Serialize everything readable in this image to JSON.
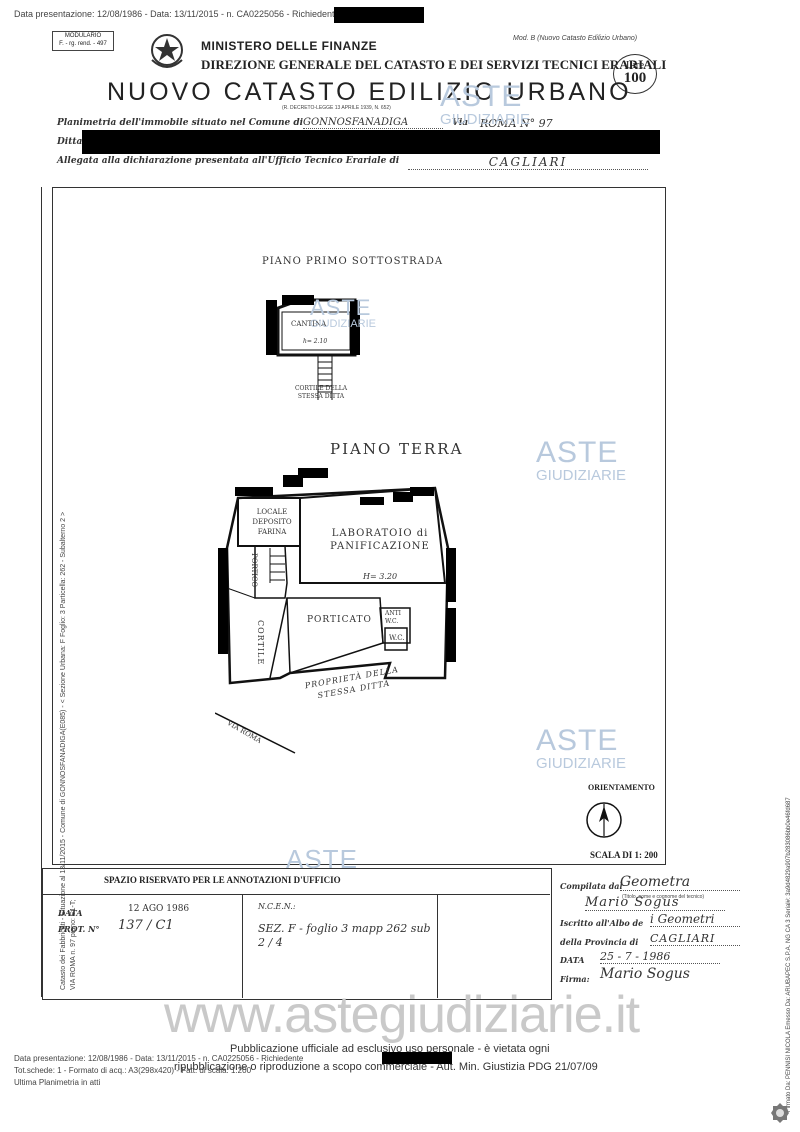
{
  "header": {
    "top_line": "Data presentazione: 12/08/1986 - Data: 13/11/2015 - n. CA0225056 - Richiedente",
    "modulario": "MODULARIO",
    "modulario_sub": "F. - rg. rend. - 497",
    "mod_b": "Mod. B (Nuovo Catasto Edilizio Urbano)",
    "ministry": "MINISTERO DELLE FINANZE",
    "direzione": "DIREZIONE GENERALE DEL CATASTO E DEI SERVIZI TECNICI ERARIALI",
    "title": "NUOVO CATASTO EDILIZIO URBANO",
    "decree": "(R. DECRETO-LEGGE 13 APRILE 1939, N. 652)",
    "stamp_lire": "Lire",
    "stamp_value": "100",
    "planimetria_label": "Planimetria dell'immobile situato nel Comune di",
    "comune": "GONNOSFANADIGA",
    "via_label": "Via",
    "via": "ROMA N° 97",
    "ditta_label": "Ditta",
    "allegata_label": "Allegata alla dichiarazione presentata all'Ufficio Tecnico Erariale di",
    "ufficio": "CAGLIARI"
  },
  "plan": {
    "floor1_title": "PIANO PRIMO SOTTOSTRADA",
    "cantina": "CANTINA",
    "cantina_h": "h= 2.10",
    "cortile_stessa": "CORTILE DELLA STESSA DITTA",
    "floor0_title": "PIANO TERRA",
    "locale": "LOCALE DEPOSITO FARINA",
    "laboratorio": "LABORATOIO di PANIFICAZIONE",
    "lab_h": "H= 3.20",
    "portico": "PORTICO",
    "porticato": "PORTICATO",
    "anti_wc": "ANTI W.C.",
    "wc": "W.C.",
    "cortile": "CORTILE",
    "proprieta": "PROPRIETÀ DELLA STESSA DITTA",
    "via_roma": "VIA ROMA",
    "orientamento": "ORIENTAMENTO",
    "scala": "SCALA DI 1: 200"
  },
  "office": {
    "heading": "SPAZIO RISERVATO PER LE ANNOTAZIONI D'UFFICIO",
    "data_label": "DATA",
    "data_value": "12 AGO 1986",
    "prot_label": "PROT. N°",
    "prot_value": "137 / C1",
    "ncen": "N.C.E.N.:",
    "sez": "SEZ. F - foglio 3 mapp 262 sub 2 / 4"
  },
  "compiler": {
    "compilata_label": "Compilata dal",
    "compilata_value": "Geometra",
    "name": "Mario Sogus",
    "name_note": "(Titolo, nome e cognome del tecnico)",
    "albo_label": "Iscritto all'Albo de",
    "albo_value": "i Geometri",
    "provincia_label": "della Provincia di",
    "provincia_value": "CAGLIARI",
    "data_label": "DATA",
    "data_value": "25 - 7 - 1986",
    "firma_label": "Firma:",
    "firma_value": "Mario Sogus"
  },
  "side_left": "Catasto dei Fabbricati - Situazione al 13/11/2015 - Comune di GONNOSFANADIGA(E085) - < Sezione Urbana: F Foglio: 3 Particella: 262 - Subalterno 2 >",
  "side_left2": "VIA ROMA n. 97 piano: S1-T;",
  "side_right": "Firmato Da: PENNISI NICOLA Emesso Da: ARUBAPEC S.P.A. NG CA 3 Serial#: 3a9d4829a907b283086bb0e46fd687",
  "watermark": {
    "brand_a": "ASTE",
    "brand_b": "GIUDIZIARIE",
    "site": "www.astegiudiziarie.it",
    "notice1": "Pubblicazione ufficiale ad esclusivo uso personale - è vietata ogni",
    "notice2": "ripubblicazione o riproduzione a scopo commerciale - Aut. Min. Giustizia PDG 21/07/09"
  },
  "footer": {
    "line1": "Data presentazione: 12/08/1986 - Data: 13/11/2015 - n. CA0225056 - Richiedente",
    "line2": "Tot.schede: 1 - Formato di acq.: A3(298x420) - Fatt. di scala: 1:200",
    "line3": "Ultima Planimetria in atti"
  }
}
